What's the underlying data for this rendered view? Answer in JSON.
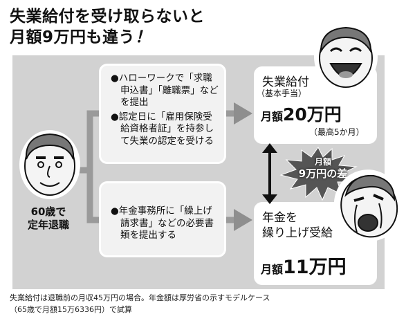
{
  "title": {
    "line1": "失業給付を受け取らないと",
    "line2": "月額9万円も違う",
    "exclaim": "！"
  },
  "person": {
    "label_line1": "60歳で",
    "label_line2": "定年退職"
  },
  "path_unemployment": {
    "items": [
      "●ハローワークで「求職申込書」「離職票」などを提出",
      "●認定日に「雇用保険受給資格者証」を持参して失業の認定を受ける"
    ]
  },
  "path_pension": {
    "items": [
      "●年金事務所に「繰上げ請求書」などの必要書類を提出する"
    ]
  },
  "result_unemployment": {
    "title": "失業給付",
    "subtitle": "（基本手当）",
    "amount_prefix": "月額",
    "amount": "20万円",
    "note": "（最高5か月）"
  },
  "result_pension": {
    "title_line1": "年金を",
    "title_line2": "繰り上げ受給",
    "amount_prefix": "月額",
    "amount": "11万円"
  },
  "difference": {
    "line1": "月額",
    "line2": "9万円の差"
  },
  "footer": {
    "line1": "失業給付は退職前の月収45万円の場合。年金額は厚労省の示すモデルケース",
    "line2": "（65歳で月額15万6336円）で試算"
  }
}
